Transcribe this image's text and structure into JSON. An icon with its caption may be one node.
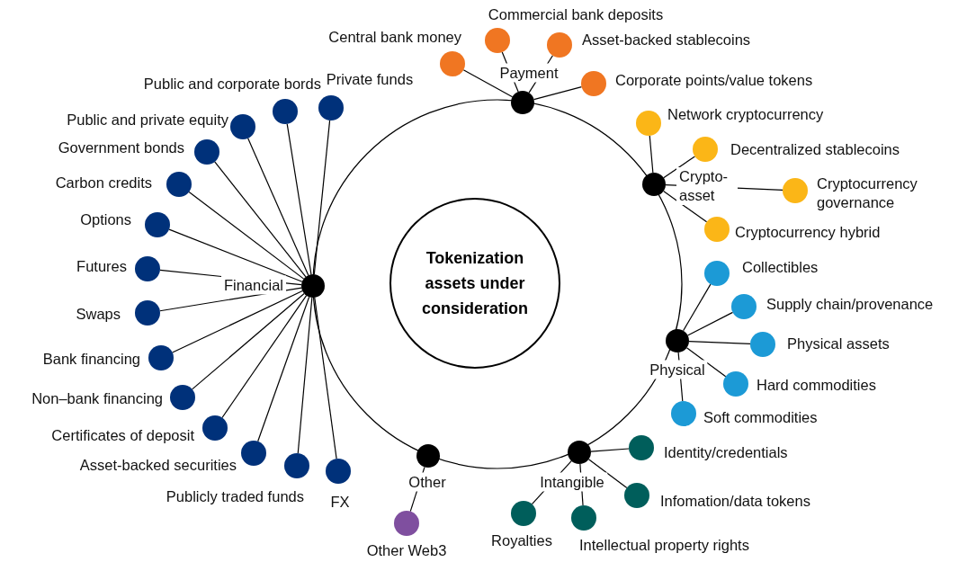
{
  "diagram": {
    "nodes": [
      {
        "text": [
          "Tokenization assets under consideration"
        ]
      },
      {
        "text": [],
        "shape": "circle",
        "beside": [
          "Payment"
        ]
      },
      {
        "text": [],
        "shape": "circle",
        "beside": [
          "Central bank money"
        ]
      },
      {
        "text": [],
        "shape": "circle",
        "beside": [
          "Commercial bank deposits"
        ]
      },
      {
        "text": [],
        "shape": "circle",
        "beside": [
          "Asset-backed stablecoins"
        ]
      },
      {
        "text": [],
        "shape": "circle",
        "beside": [
          "Corporate points/value tokens"
        ]
      },
      {
        "text": [],
        "shape": "circle",
        "beside": [
          "Crypto-asset"
        ]
      },
      {
        "text": [],
        "shape": "circle",
        "beside": [
          "Network cryptocurrency"
        ]
      },
      {
        "text": [],
        "shape": "circle",
        "beside": [
          "Decentralized stablecoins"
        ]
      },
      {
        "text": [],
        "shape": "circle",
        "beside": [
          "Cryptocurrency governance"
        ]
      },
      {
        "text": [],
        "shape": "circle",
        "beside": [
          "Cryptocurrency hybrid"
        ]
      },
      {
        "text": [],
        "shape": "circle",
        "beside": [
          "Physical"
        ]
      },
      {
        "text": [],
        "shape": "circle",
        "beside": [
          "Collectibles"
        ]
      },
      {
        "text": [],
        "shape": "circle",
        "beside": [
          "Supply chain/provenance"
        ]
      },
      {
        "text": [],
        "shape": "circle",
        "beside": [
          "Physical assets"
        ]
      },
      {
        "text": [],
        "shape": "circle",
        "beside": [
          "Hard commodities"
        ]
      },
      {
        "text": [],
        "shape": "circle",
        "beside": [
          "Soft commodities"
        ]
      },
      {
        "text": [],
        "shape": "circle",
        "beside": [
          "Intangible"
        ]
      },
      {
        "text": [],
        "shape": "circle",
        "beside": [
          "Identity/credentials"
        ]
      },
      {
        "text": [],
        "shape": "circle",
        "beside": [
          "Infomation/data tokens"
        ]
      },
      {
        "text": [],
        "shape": "circle",
        "beside": [
          "Royalties"
        ]
      },
      {
        "text": [],
        "shape": "circle",
        "beside": [
          "Intellectual property rights"
        ]
      },
      {
        "text": [],
        "shape": "circle",
        "beside": [
          "Other"
        ]
      },
      {
        "text": [],
        "shape": "circle",
        "beside": [
          "Other Web3"
        ]
      },
      {
        "text": [],
        "shape": "circle",
        "beside": [
          "Financial"
        ]
      },
      {
        "text": [],
        "shape": "circle",
        "beside": [
          "Private funds"
        ]
      },
      {
        "text": [],
        "shape": "circle",
        "beside": [
          "Public and corporate bords"
        ]
      },
      {
        "text": [],
        "shape": "circle",
        "beside": [
          "Public and private equity"
        ]
      },
      {
        "text": [],
        "shape": "circle",
        "beside": [
          "Government bonds"
        ]
      },
      {
        "text": [],
        "shape": "circle",
        "beside": [
          "Carbon credits"
        ]
      },
      {
        "text": [],
        "shape": "circle",
        "beside": [
          "Options"
        ]
      },
      {
        "text": [],
        "shape": "circle",
        "beside": [
          "Futures"
        ]
      },
      {
        "text": [],
        "shape": "circle",
        "beside": [
          "Swaps"
        ]
      },
      {
        "text": [],
        "shape": "circle",
        "beside": [
          "Bank financing"
        ]
      },
      {
        "text": [],
        "shape": "circle",
        "beside": [
          "Non–bank financing"
        ]
      },
      {
        "text": [],
        "shape": "circle",
        "beside": [
          "Certificates of deposit"
        ]
      },
      {
        "text": [],
        "shape": "circle",
        "beside": [
          "Asset-backed securities"
        ]
      },
      {
        "text": [],
        "shape": "circle",
        "beside": [
          "Publicly traded funds"
        ]
      },
      {
        "text": [],
        "shape": "circle",
        "beside": [
          "FX"
        ]
      }
    ],
    "edges": [
      {
        "from": 1,
        "to": 2,
        "arrow": "none"
      },
      {
        "from": 1,
        "to": 3,
        "arrow": "none"
      },
      {
        "from": 1,
        "to": 4,
        "arrow": "none"
      },
      {
        "from": 1,
        "to": 5,
        "arrow": "none"
      },
      {
        "from": 6,
        "to": 7,
        "arrow": "none"
      },
      {
        "from": 6,
        "to": 8,
        "arrow": "none"
      },
      {
        "from": 6,
        "to": 9,
        "arrow": "none"
      },
      {
        "from": 6,
        "to": 10,
        "arrow": "none"
      },
      {
        "from": 11,
        "to": 12,
        "arrow": "none"
      },
      {
        "from": 11,
        "to": 13,
        "arrow": "none"
      },
      {
        "from": 11,
        "to": 14,
        "arrow": "none"
      },
      {
        "from": 11,
        "to": 15,
        "arrow": "none"
      },
      {
        "from": 11,
        "to": 16,
        "arrow": "none"
      },
      {
        "from": 17,
        "to": 18,
        "arrow": "none"
      },
      {
        "from": 17,
        "to": 19,
        "arrow": "none"
      },
      {
        "from": 17,
        "to": 20,
        "arrow": "none"
      },
      {
        "from": 17,
        "to": 21,
        "arrow": "none"
      },
      {
        "from": 22,
        "to": 23,
        "arrow": "none"
      },
      {
        "from": 24,
        "to": 25,
        "arrow": "none"
      },
      {
        "from": 24,
        "to": 26,
        "arrow": "none"
      },
      {
        "from": 24,
        "to": 27,
        "arrow": "none"
      },
      {
        "from": 24,
        "to": 28,
        "arrow": "none"
      },
      {
        "from": 24,
        "to": 29,
        "arrow": "none"
      },
      {
        "from": 24,
        "to": 30,
        "arrow": "none"
      },
      {
        "from": 24,
        "to": 31,
        "arrow": "none"
      },
      {
        "from": 24,
        "to": 32,
        "arrow": "none"
      },
      {
        "from": 24,
        "to": 33,
        "arrow": "none"
      },
      {
        "from": 24,
        "to": 34,
        "arrow": "none"
      },
      {
        "from": 24,
        "to": 35,
        "arrow": "none"
      },
      {
        "from": 24,
        "to": 36,
        "arrow": "none"
      },
      {
        "from": 24,
        "to": 37,
        "arrow": "none"
      },
      {
        "from": 24,
        "to": 38,
        "arrow": "none"
      }
    ]
  }
}
